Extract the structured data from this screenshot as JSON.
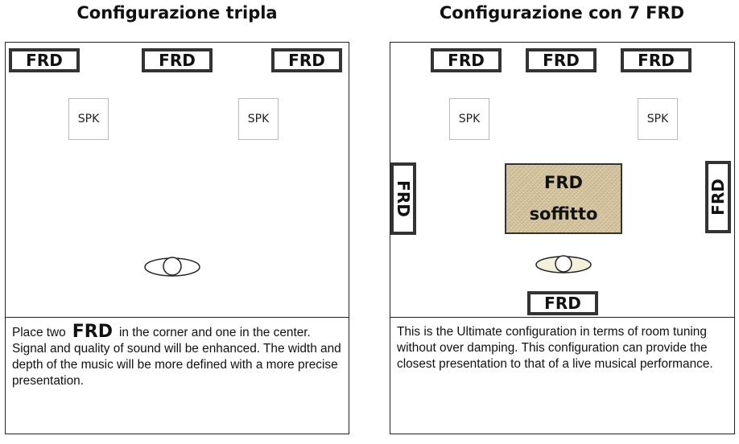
{
  "titles": {
    "left": "Configurazione tripla",
    "right": "Configurazione con 7 FRD"
  },
  "labels": {
    "frd": "FRD",
    "spk": "SPK",
    "ceiling_line1": "FRD",
    "ceiling_line2": "soffitto"
  },
  "left_description": {
    "before": "Place two",
    "emphasis": "FRD",
    "after": "in the corner and one in the center.   Signal and quality of sound will be enhanced.   The width and depth of the music will be more defined with a more precise presentation."
  },
  "right_description": "This is the Ultimate configuration in terms of room tuning without over damping.   This configuration can provide the closest presentation to that of a live musical performance.",
  "colors": {
    "frame": "#333333",
    "ceiling_fill": "#d9c9a3",
    "listener_fill_right": "#f3f0dc"
  }
}
